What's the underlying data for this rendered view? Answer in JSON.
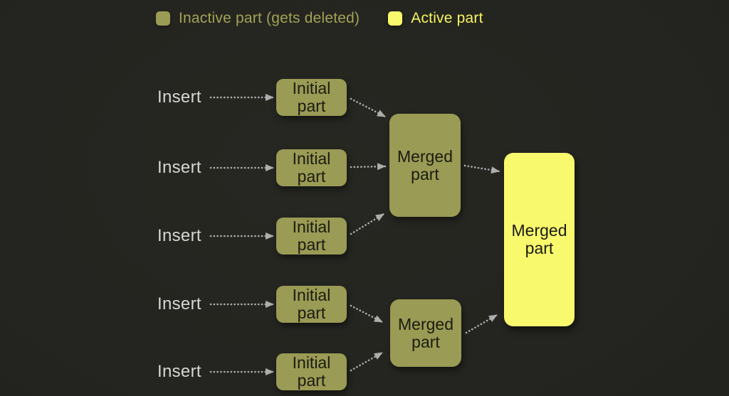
{
  "legend": {
    "inactive": {
      "label": "Inactive part (gets deleted)"
    },
    "active": {
      "label": "Active part"
    }
  },
  "rows": [
    {
      "insert": "Insert",
      "part": "Initial part"
    },
    {
      "insert": "Insert",
      "part": "Initial part"
    },
    {
      "insert": "Insert",
      "part": "Initial part"
    },
    {
      "insert": "Insert",
      "part": "Initial part"
    },
    {
      "insert": "Insert",
      "part": "Initial part"
    }
  ],
  "merged": {
    "level1_top": "Merged part",
    "level1_bottom": "Merged part",
    "final": "Merged part"
  },
  "colors": {
    "background": "#242420",
    "inactive": "#9a9b54",
    "active": "#f9f96e",
    "inactive_text": "#a2a355",
    "active_text": "#f5f562",
    "insert_text": "#d6d6d4",
    "box_text": "#1b1b12",
    "arrow": "#adadad"
  }
}
